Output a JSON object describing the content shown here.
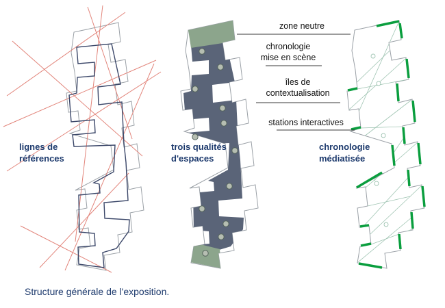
{
  "caption": "Structure générale de l'exposition.",
  "labels": {
    "left": "lignes de\nréférences",
    "middle": "trois qualités\nd'espaces",
    "right": "chronologie\nmédiatisée"
  },
  "annotations": [
    {
      "id": "zone-neutre",
      "text": "zone neutre"
    },
    {
      "id": "chronologie-mise-en-scene",
      "text": "chronologie\nmise en scène"
    },
    {
      "id": "iles-de-contextualisation",
      "text": "îles de\ncontextualisation"
    },
    {
      "id": "stations-interactives",
      "text": "stations interactives"
    }
  ],
  "colors": {
    "label_text": "#1d3a6d",
    "annotation_text": "#111111",
    "reference_lines": "#e2847a",
    "outline": "#9aa0a6",
    "plan_dark_fill": "#5a6478",
    "plan_zigzag_stroke": "#3a4668",
    "neutral_zone_green": "#8ca58c",
    "media_green": "#0a9e3e",
    "thin_teal": "#9fc4b2",
    "dot_fill": "#b6beb2",
    "dot_stroke": "#55645c",
    "leader_line": "#3a3a3a"
  }
}
